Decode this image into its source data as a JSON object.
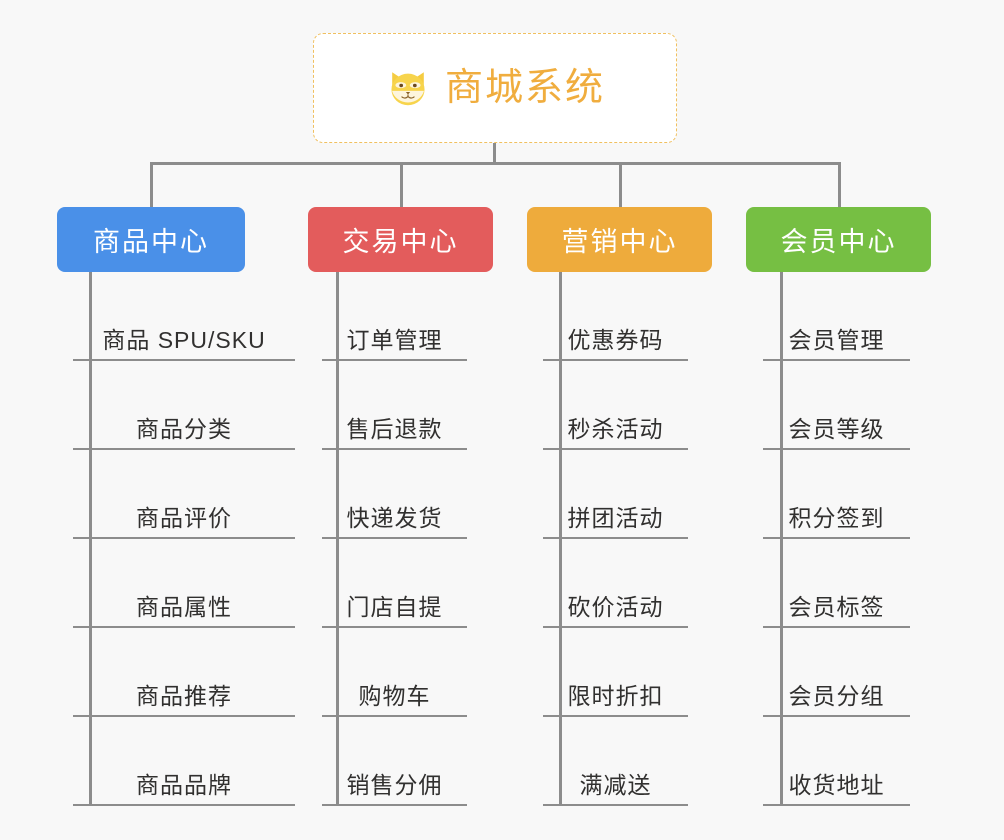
{
  "root": {
    "title": "商城系统",
    "icon": "shiba-dog-face-icon",
    "text_color": "#f0ad3e",
    "border_color": "#f0c060",
    "background": "#ffffff"
  },
  "canvas": {
    "background": "#f8f8f8",
    "connector_color": "#8c8c8c"
  },
  "columns": [
    {
      "label": "商品中心",
      "color": "#4a90e8",
      "items": [
        "商品 SPU/SKU",
        "商品分类",
        "商品评价",
        "商品属性",
        "商品推荐",
        "商品品牌"
      ]
    },
    {
      "label": "交易中心",
      "color": "#e35c5c",
      "items": [
        "订单管理",
        "售后退款",
        "快递发货",
        "门店自提",
        "购物车",
        "销售分佣"
      ]
    },
    {
      "label": "营销中心",
      "color": "#eeab3c",
      "items": [
        "优惠券码",
        "秒杀活动",
        "拼团活动",
        "砍价活动",
        "限时折扣",
        "满减送"
      ]
    },
    {
      "label": "会员中心",
      "color": "#76bf43",
      "items": [
        "会员管理",
        "会员等级",
        "积分签到",
        "会员标签",
        "会员分组",
        "收货地址"
      ]
    }
  ]
}
